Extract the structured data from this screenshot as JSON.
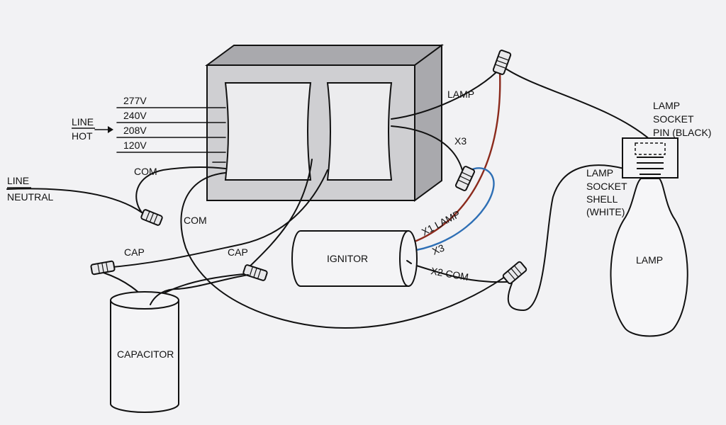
{
  "colors": {
    "background": "#f2f2f4",
    "ballast_case": "#cfcfd2",
    "ballast_top": "#a9a9ad",
    "coil": "#ececee",
    "wire_black": "#111111",
    "wire_red": "#8b2a1c",
    "wire_blue": "#2e6fb5",
    "component_fill": "#f4f4f6"
  },
  "labels": {
    "tap_277": "277V",
    "tap_240": "240V",
    "tap_208": "208V",
    "tap_120": "120V",
    "line_hot_1": "LINE",
    "line_hot_2": "HOT",
    "line_neutral_1": "LINE",
    "line_neutral_2": "NEUTRAL",
    "com_upper": "COM",
    "com_lower": "COM",
    "cap_left": "CAP",
    "cap_right": "CAP",
    "lamp_wire": "LAMP",
    "x3_upper": "X3",
    "x1_lamp": "X1 LAMP",
    "x3_lower": "X3",
    "x2_com": "X2 COM",
    "ignitor": "IGNITOR",
    "capacitor": "CAPACITOR",
    "lamp_body": "LAMP",
    "socket_pin_1": "LAMP",
    "socket_pin_2": "SOCKET",
    "socket_pin_3": "PIN (BLACK)",
    "socket_shell_1": "LAMP",
    "socket_shell_2": "SOCKET",
    "socket_shell_3": "SHELL",
    "socket_shell_4": "(WHITE)"
  }
}
